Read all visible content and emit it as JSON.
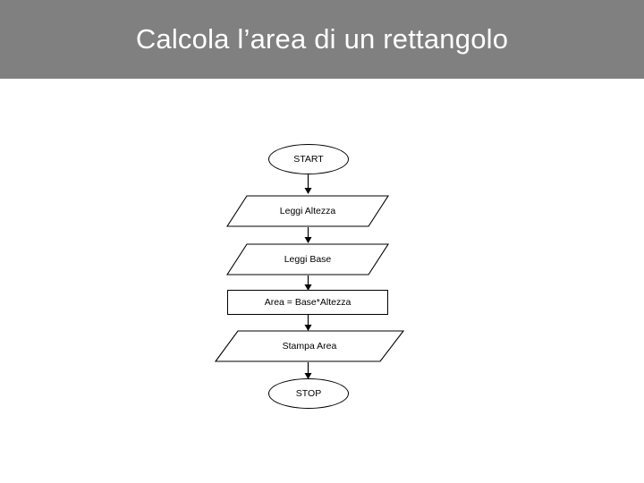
{
  "slide": {
    "title": "Calcola l’area di un rettangolo",
    "title_bar_color": "#808080",
    "title_text_color": "#ffffff",
    "background_color": "#ffffff"
  },
  "flowchart": {
    "outline_color": "#000000",
    "fill_color": "#ffffff",
    "nodes": [
      {
        "id": "start",
        "label": "START",
        "shape": "terminal"
      },
      {
        "id": "read-h",
        "label": "Leggi Altezza",
        "shape": "parallelogram"
      },
      {
        "id": "read-b",
        "label": "Leggi Base",
        "shape": "parallelogram"
      },
      {
        "id": "calc",
        "label": "Area = Base*Altezza",
        "shape": "process"
      },
      {
        "id": "print",
        "label": "Stampa Area",
        "shape": "parallelogram"
      },
      {
        "id": "stop",
        "label": "STOP",
        "shape": "terminal"
      }
    ],
    "connectors": [
      {
        "from": "start",
        "to": "read-h"
      },
      {
        "from": "read-h",
        "to": "read-b"
      },
      {
        "from": "read-b",
        "to": "calc"
      },
      {
        "from": "calc",
        "to": "print"
      },
      {
        "from": "print",
        "to": "stop"
      }
    ]
  }
}
